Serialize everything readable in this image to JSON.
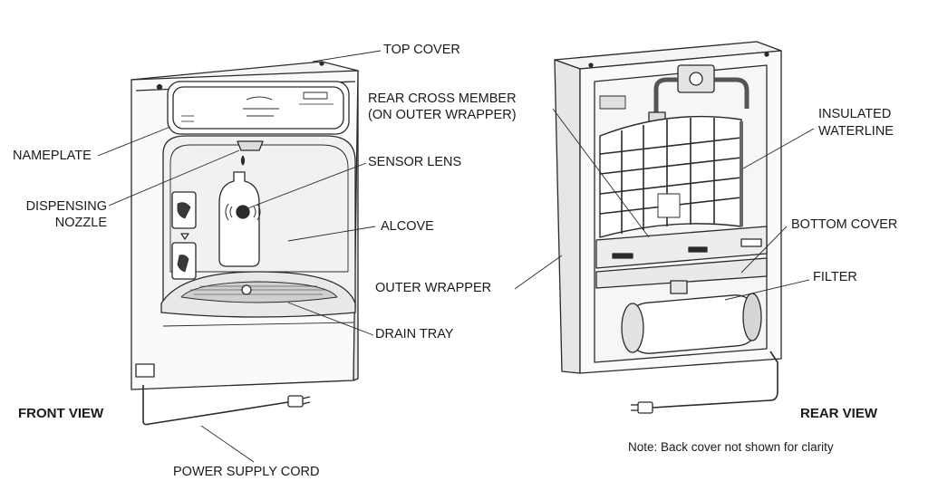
{
  "labels": {
    "top_cover": "TOP COVER",
    "nameplate": "NAMEPLATE",
    "dispensing_nozzle_1": "DISPENSING",
    "dispensing_nozzle_2": "NOZZLE",
    "sensor_lens": "SENSOR LENS",
    "alcove": "ALCOVE",
    "drain_tray": "DRAIN TRAY",
    "outer_wrapper": "OUTER WRAPPER",
    "power_supply_cord": "POWER SUPPLY CORD",
    "rear_cross_member_1": "REAR CROSS MEMBER",
    "rear_cross_member_2": "(ON OUTER WRAPPER)",
    "insulated_waterline_1": "INSULATED",
    "insulated_waterline_2": "WATERLINE",
    "bottom_cover": "BOTTOM COVER",
    "filter": "FILTER"
  },
  "views": {
    "front": "FRONT VIEW",
    "rear": "REAR VIEW"
  },
  "note": "Note: Back cover not shown for clarity",
  "colors": {
    "line": "#2a2a2a",
    "panel_fill": "#f4f4f4",
    "shade": "#d9d9d9"
  }
}
